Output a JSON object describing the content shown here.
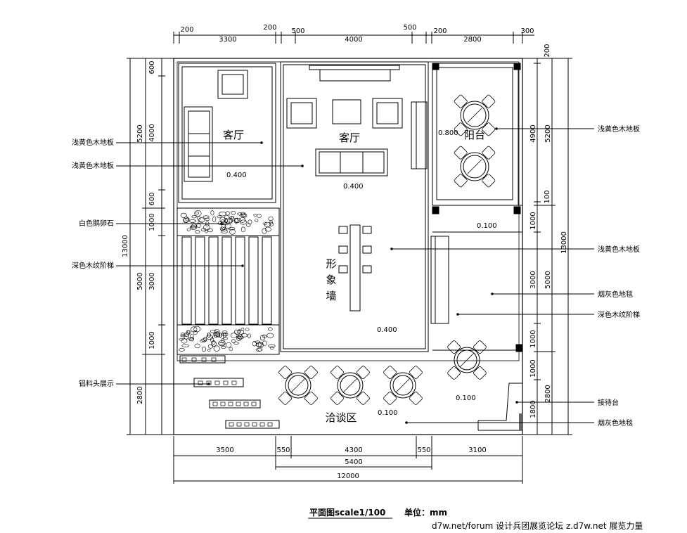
{
  "dims": {
    "top": [
      "200",
      "3300",
      "200",
      "500",
      "4000",
      "500",
      "200",
      "2800",
      "300"
    ],
    "bottom_row1": [
      "3500",
      "550",
      "4300",
      "550",
      "3100"
    ],
    "bottom_row2": "5400",
    "bottom_row3": "12000",
    "left_inner": [
      "600",
      "4000",
      "600",
      "1000",
      "3000",
      "1000"
    ],
    "left_mid": [
      "5200",
      "5000",
      "2800"
    ],
    "left_total": "13000",
    "right_inner": [
      "200",
      "4900",
      "100",
      "1000",
      "3000",
      "1000",
      "1000",
      "1800"
    ],
    "right_mid": [
      "5200",
      "5000",
      "2800"
    ],
    "right_total": "13000"
  },
  "rooms": {
    "living_left": "客厅",
    "living_center": "客厅",
    "balcony": "阳台",
    "image_wall": [
      "形",
      "象",
      "墙"
    ],
    "negotiation": "洽谈区"
  },
  "levels": {
    "l1": "0.400",
    "l2": "0.400",
    "l3": "0.800",
    "l4": "0.100",
    "l5": "0.000",
    "l6": "0.400",
    "l7": "0.100",
    "l8": "0.100"
  },
  "labels_left": {
    "a": "浅黄色木地板",
    "b": "浅黄色木地板",
    "c": "白色鹅卵石",
    "d": "深色木纹阶梯",
    "e": "铝料头展示"
  },
  "labels_right": {
    "a": "浅黄色木地板",
    "b": "浅黄色木地板",
    "c": "烟灰色地毯",
    "d": "深色木纹阶梯",
    "e": "接待台",
    "f": "烟灰色地毯"
  },
  "caption": {
    "title": "平面图scale1/100",
    "unit": "单位：mm"
  },
  "footer": "d7w.net/forum 设计兵团展览论坛   z.d7w.net 展览力量"
}
